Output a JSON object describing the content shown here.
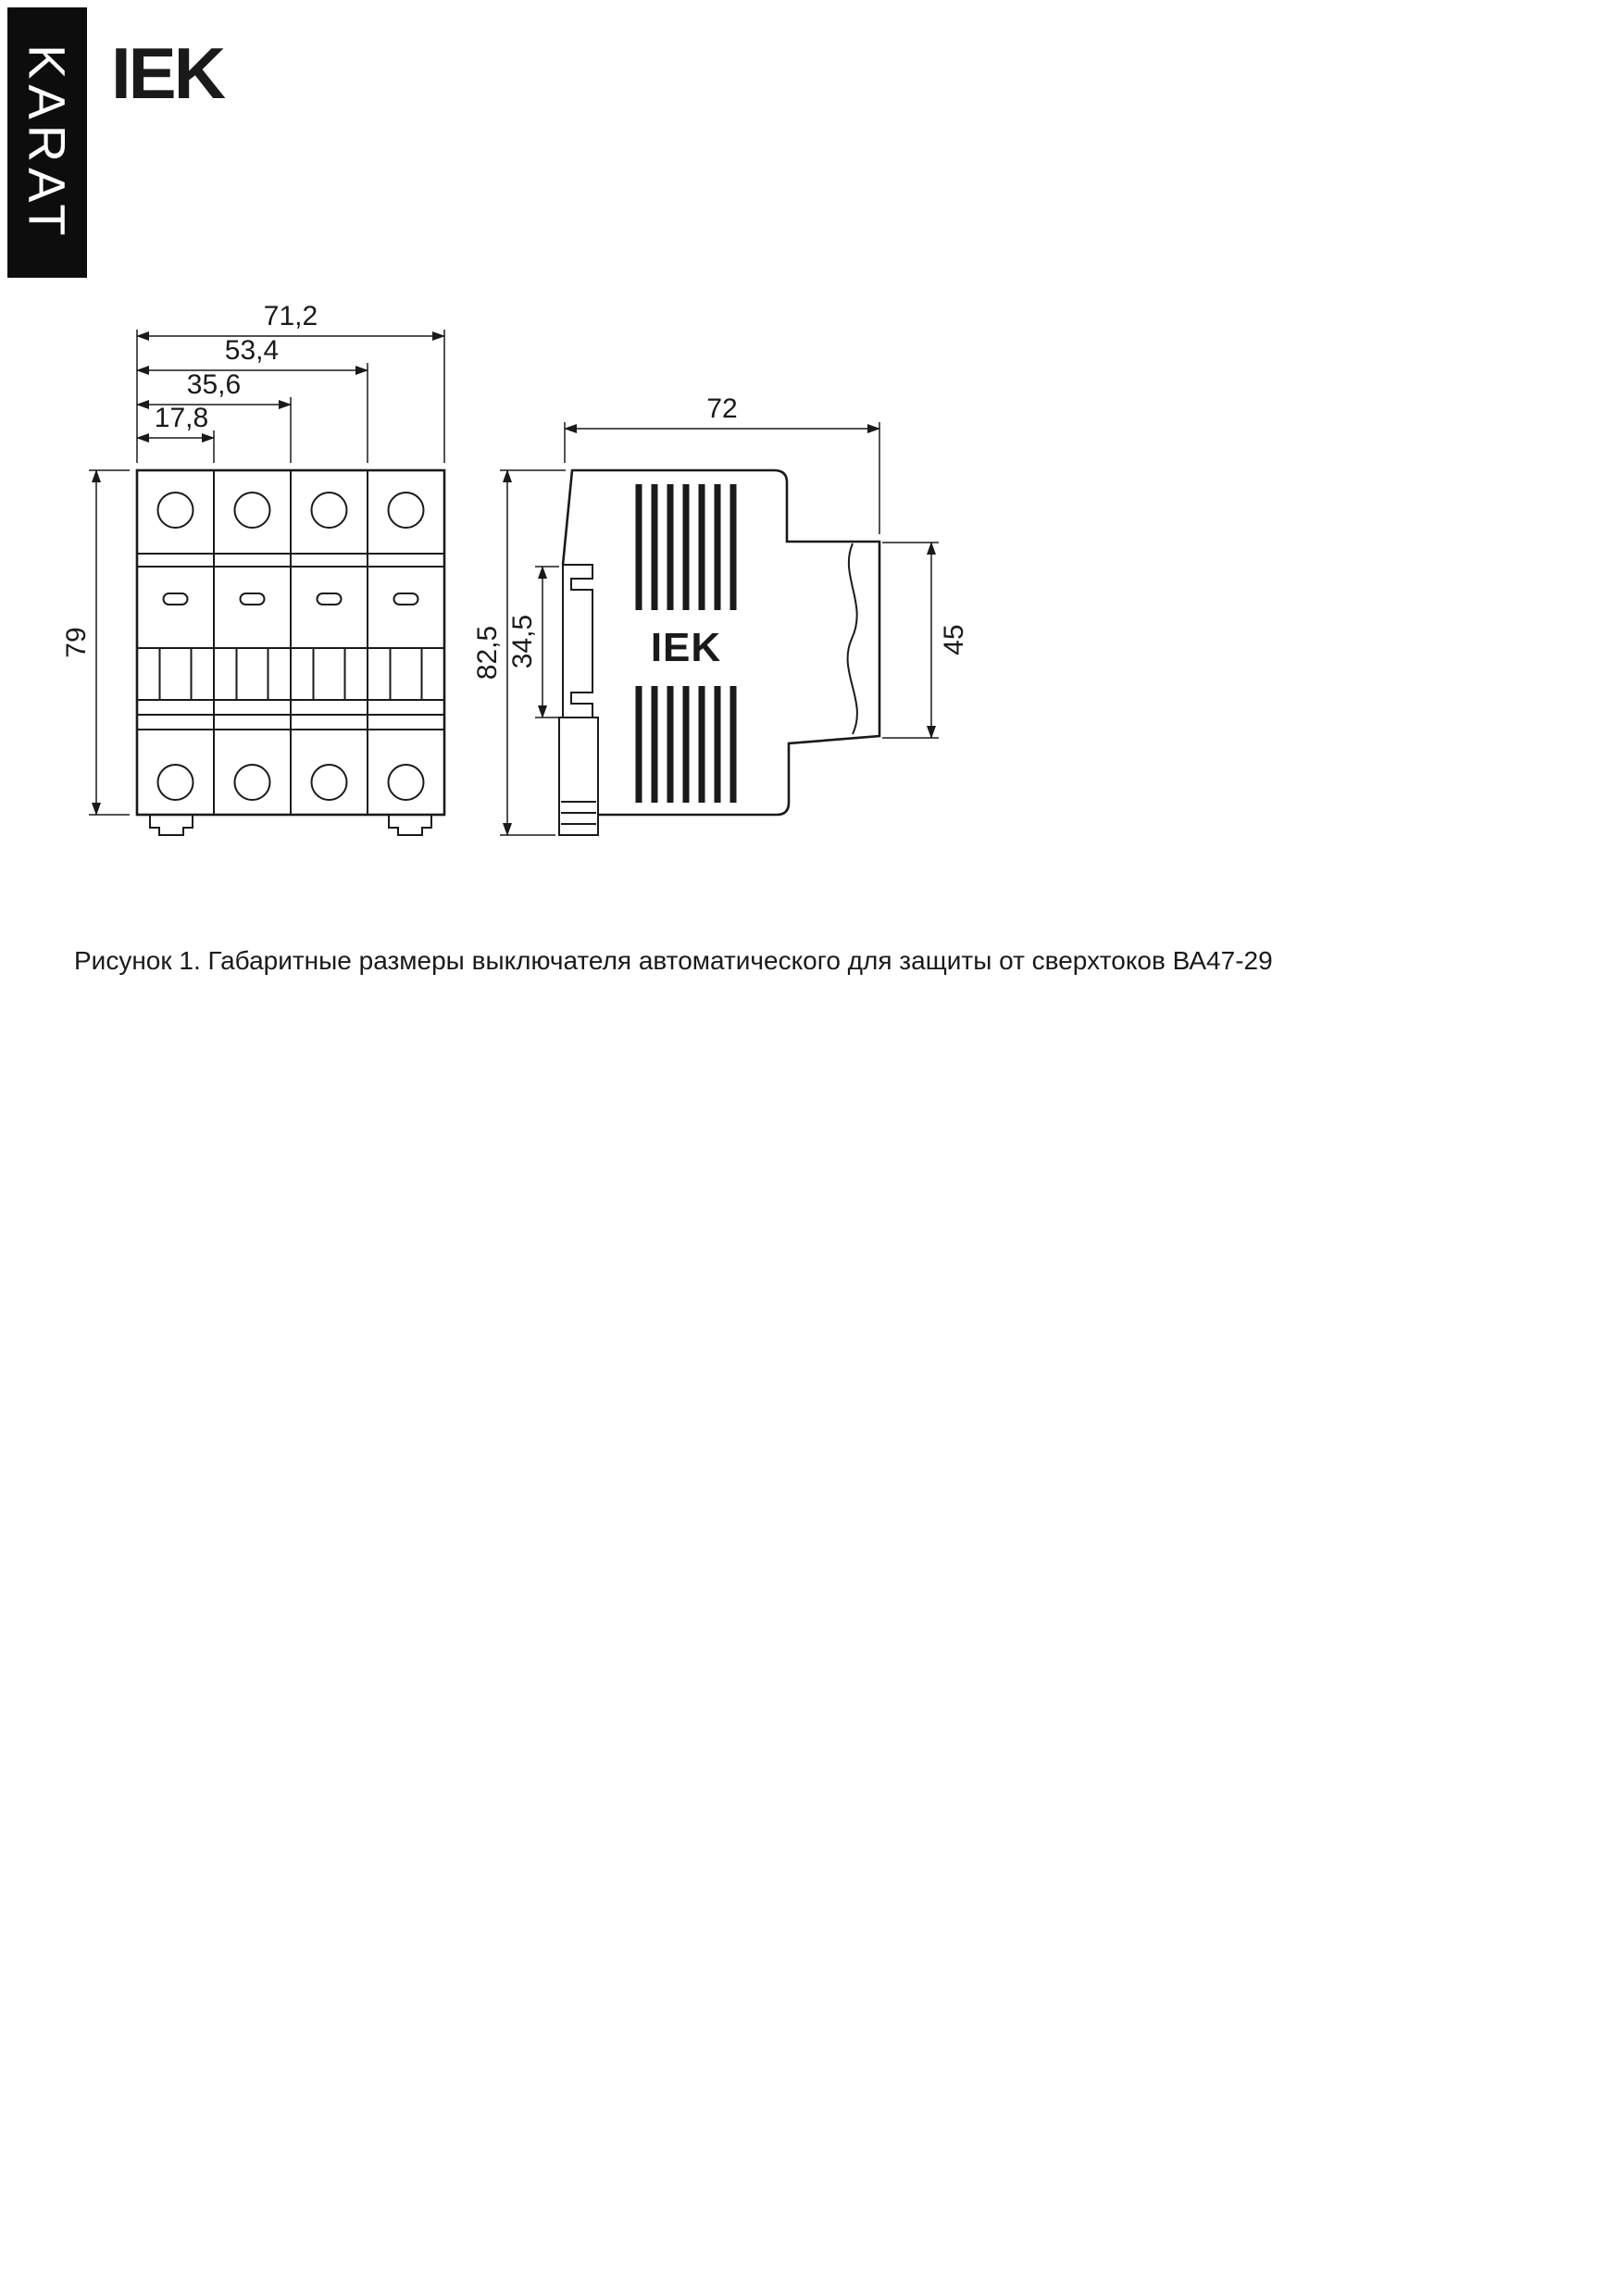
{
  "brand": {
    "vertical_text": "KARAT",
    "logo_text": "IEK"
  },
  "caption": "Рисунок 1. Габаритные размеры выключателя автоматического для защиты от сверхтоков ВА47-29",
  "front_view": {
    "dim_width_total": "71,2",
    "dim_width_3modules": "53,4",
    "dim_width_2modules": "35,6",
    "dim_width_1module": "17,8",
    "dim_height": "79"
  },
  "side_view": {
    "dim_depth": "72",
    "dim_height_total": "82,5",
    "dim_rail_section": "34,5",
    "dim_terminal_face": "45",
    "body_logo_text": "IEK"
  },
  "colors": {
    "line": "#1a1a1a",
    "brand_bg": "#0d0d0d",
    "brand_fg": "#ffffff"
  }
}
